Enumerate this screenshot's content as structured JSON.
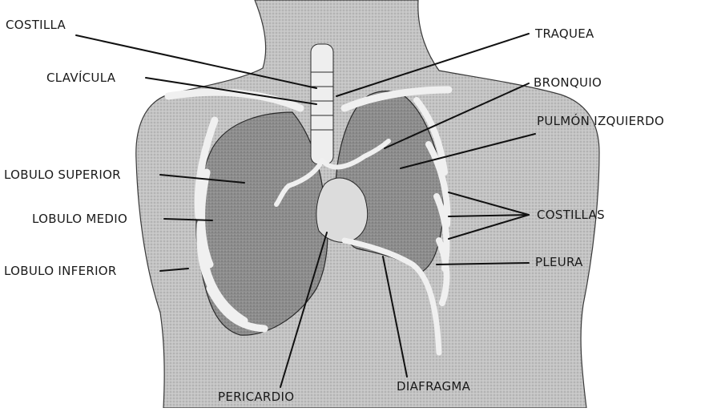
{
  "labels": {
    "costilla": "COSTILLA",
    "clavicula": "CLAVÍCULA",
    "lobulo_superior": "LOBULO SUPERIOR",
    "lobulo_medio": "LOBULO MEDIO",
    "lobulo_inferior": "LOBULO INFERIOR",
    "traquea": "TRAQUEA",
    "bronquio": "BRONQUIO",
    "pulmon_izquierdo": "PULMÓN IZQUIERDO",
    "costillas": "COSTILLAS",
    "pleura": "PLEURA",
    "pericardio": "PERICARDIO",
    "diafragma": "DIAFRAGMA"
  },
  "colors": {
    "skin": "#bdbdbd",
    "lung": "#8f8f8f",
    "lung_dark": "#7a7a7a",
    "bone": "#f2f2f2",
    "outline": "#2a2a2a",
    "line": "#111111"
  }
}
